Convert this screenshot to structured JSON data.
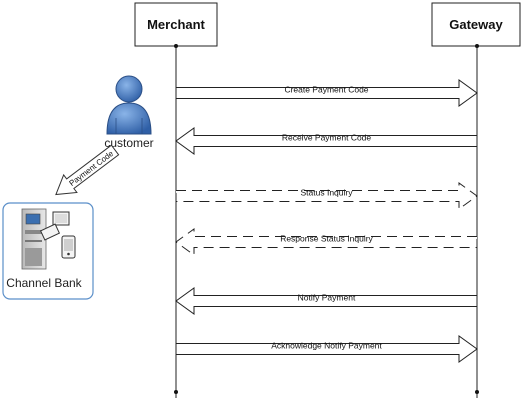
{
  "actors": {
    "merchant": "Merchant",
    "gateway": "Gateway"
  },
  "messages": [
    {
      "label": "Create Payment Code",
      "direction": "right",
      "style": "solid"
    },
    {
      "label": "Receive Payment Code",
      "direction": "left",
      "style": "solid"
    },
    {
      "label": "Status Inquiry",
      "direction": "right",
      "style": "dashed"
    },
    {
      "label": "Response Status Inquiry",
      "direction": "left",
      "style": "dashed"
    },
    {
      "label": "Notify Payment",
      "direction": "left",
      "style": "solid"
    },
    {
      "label": "Acknowledge Notify Payment",
      "direction": "right",
      "style": "solid"
    }
  ],
  "customer": {
    "label": "customer",
    "icon": "person-icon",
    "color": "#4a7fc4"
  },
  "payment_code_arrow": {
    "label": "Payment Code"
  },
  "channel_bank": {
    "label": "Channel Bank",
    "icon": "atm-icon",
    "border_color": "#5b8fc9"
  }
}
